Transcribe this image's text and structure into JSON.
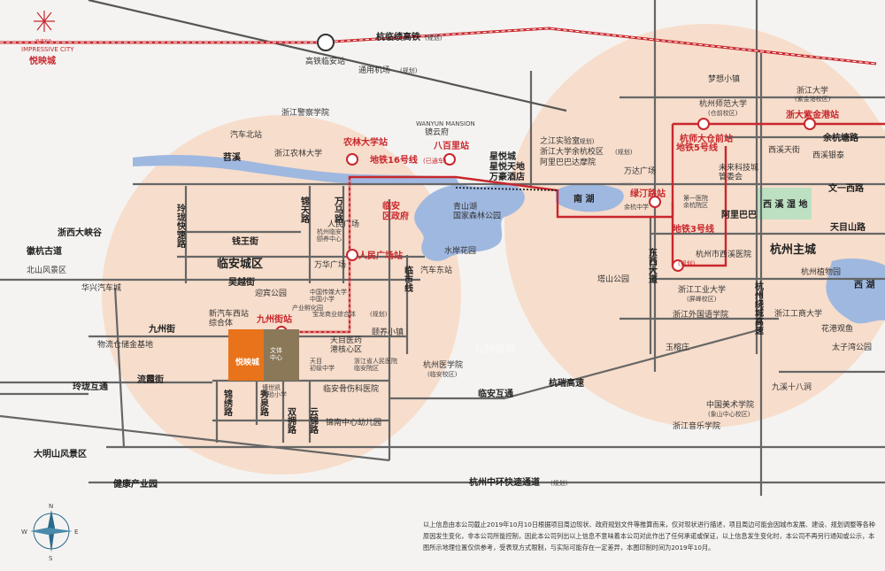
{
  "brand": {
    "name_en": "IMPRESSIVE CITY",
    "name_small": "YUEXIA",
    "name_cn": "悦映城"
  },
  "colors": {
    "metro": "#c8272d",
    "glow": "#f6cdb0",
    "highlight": "#e8731a",
    "culture": "#8a7858",
    "water": "#8fa8d8",
    "wetland": "#bde0c2"
  },
  "areas": {
    "district": "临安城区",
    "main_city": "杭州主城",
    "west_lake": "西 湖",
    "xixi_wetland": "西 溪 湿 地",
    "qingshan_lake": "青山湖\n国家森林公园",
    "south_lake": "南 湖",
    "tiaoxi": "苕溪"
  },
  "roads": {
    "hangzhou_rail": "杭临绩高铁",
    "rail_note": "(规划)",
    "jinwang": "钱王街",
    "wuyue": "吴越街",
    "jiuzhou": "九州街",
    "liuxia": "流霞街",
    "linglong_fast": "玲珑快速路",
    "jintian": "锦天路",
    "wanma": "万马路",
    "lin_shi": "临市线",
    "dongxi": "东西大道",
    "wenyi": "文一西路",
    "tianmushan": "天目山路",
    "yuhang": "余杭塘路",
    "rao_cheng": "杭州绕城高速",
    "hang_rui": "杭瑞高速",
    "zhonghuan": "杭州中环快速通道",
    "zhonghuan_note": "(规划)",
    "jinxiu": "锦绣路",
    "xiuquan": "秀泉路",
    "shuangyong": "双拥路",
    "yunjin": "云锦路",
    "linglong_hutong": "玲珑互通",
    "linan_hutong": "临安互通"
  },
  "metro": {
    "line16": "地铁16号线",
    "line16_note": "(已通车)",
    "line5": "地铁5号线",
    "line3": "地铁3号线",
    "line3_note": "(规划)",
    "nonglin": "农林大学站",
    "baibaili": "八百里站",
    "renmin": "人民广场站",
    "jiuzhou_st": "九州街站",
    "lvting": "绿汀路站",
    "hangshi": "杭师大仓前站",
    "zijingang": "浙大紫金港站"
  },
  "pois": {
    "gaotie": "高铁临安站",
    "airport": "通用机场",
    "airport_note": "(规划)",
    "shidian": "浙江警察学院",
    "bus_north": "汽车北站",
    "nonglin_univ": "浙江农林大学",
    "wanyun": "镜云府",
    "wanyun_en": "WANYUN MANSION",
    "xingyue": "星悦城\n星悦天地\n万豪酒店",
    "shuian": "水岸花园",
    "bus_east": "汽车东站",
    "tangshan": "塔山公园",
    "qiantang_lab": "之江实验室",
    "lab_note": "(规划)",
    "zheda_yuhang": "浙江大学余杭校区",
    "yuhang_note": "(规划)",
    "alibaba_academy": "阿里巴巴达摩院",
    "wanhui": "万达广场",
    "dream_town": "梦想小镇",
    "hznu": "杭州师范大学",
    "hznu_note": "(仓前校区)",
    "zju": "浙江大学",
    "zju_note": "(紫金港校区)",
    "xixi_tiandi": "西溪天街",
    "xixi_yindu": "西溪银泰",
    "future_park": "未来科技城\n管委会",
    "alibaba": "阿里巴巴",
    "yuhang_1st": "第一医院\n余杭院区",
    "yuhang_center": "余杭中学",
    "xixi_hospital": "杭州市西溪医院",
    "zust": "浙江工业大学",
    "zust_note": "(屏峰校区)",
    "zjwgy": "浙江外国语学院",
    "zjgsu": "浙江工商大学",
    "botanic": "杭州植物园",
    "huagang": "花港观鱼",
    "taizi": "太子湾公园",
    "yuquan": "玉榕庄",
    "jiuxi": "九溪十八涧",
    "caa": "中国美术学院",
    "caa_note": "(象山中心校区)",
    "zjcm": "浙江音乐学院",
    "huaxin_bus": "华兴汽车城",
    "wuliu": "物流仓储金基地",
    "xin_bus": "新汽车西站\n综合体",
    "xin_bus_note": "(规划)",
    "yingcui": "迎宾公园",
    "cuc": "中国传媒大学\n中国小学",
    "shidai": "宝龙商业综合体",
    "shidai_note": "(规划)",
    "tianmu_med": "天目医药\n港核心区",
    "changshou": "颐养小镇",
    "zj_hospital": "浙江省人民医院\n临安院区",
    "hz_medical": "杭州医学院",
    "hz_medical_note": "(临安校区)",
    "tianmu_middle": "天目\n初级中学",
    "guke": "临安骨伤科医院",
    "jinnan": "锦南中心幼儿园",
    "boshi": "博世凯\n实验小学",
    "jiangnan": "产业孵化园",
    "renmin_sq": "人民广场",
    "gov": "临安\n区政府",
    "wanhua": "万华广场",
    "linancheng": "杭州临安\n颐养中心",
    "zhe_xi": "浙西大峡谷",
    "huihang": "徽杭古道",
    "beishan": "北山风景区",
    "daming": "大明山风景区",
    "health_park": "健康产业园",
    "culture_center": "文体\n中心",
    "project": "悦映城"
  },
  "compass": {
    "n": "N",
    "s": "S",
    "e": "E",
    "w": "W"
  },
  "disclaimer": "以上信息由本公司截止2019年10月10日根据项目周边现状、政府规划文件等推算而来，仅对现状进行描述，项目周边可能会因城市发展、建设、规划调整等各种原因发生变化，非本公司所能控制，因此本公司列出以上信息不意味着本公司对此作出了任何承诺或保证，以上信息发生变化时，本公司不再另行通知或公示，本图所示地理位置仅供参考，受表现方式限制，与实际可能存在一定差异，本图印制时间为2019年10月。",
  "watermark": "九州房网"
}
